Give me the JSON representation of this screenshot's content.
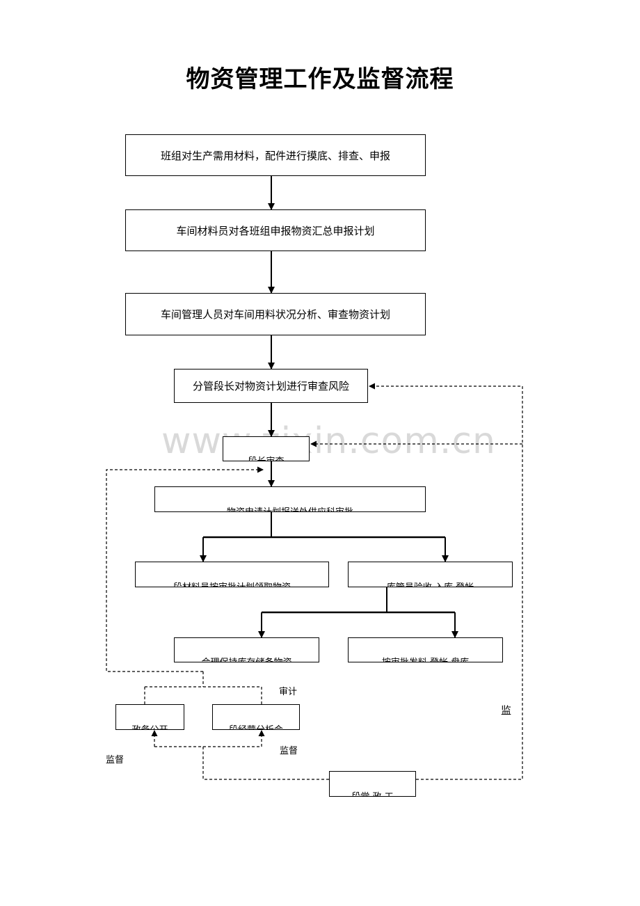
{
  "title": "物资管理工作及监督流程",
  "watermark": "www.zixin.com.cn",
  "steps": {
    "s1": "班组对生产需用材料，配件进行摸底、排查、申报",
    "s2": "车间材料员对各班组申报物资汇总申报计划",
    "s3": "车间管理人员对车间用料状况分析、审查物资计划",
    "s4": "分管段长对物资计划进行审查风险",
    "s5": "段长审查",
    "s6": "物资申请计划报送处供应科审批",
    "s7a": "段材料员按审批计划领取物资",
    "s7b": "库管员验收    入库    登帐",
    "s8a": "合理保持库存储备物资",
    "s8b": "按审批发料    登帐    盘库",
    "s9a": "政务公开",
    "s9b": "段经营分析会",
    "s10": "段党    政    工"
  },
  "side_labels": {
    "audit": "审计",
    "supervise_right": "监",
    "supervise_mid": "监督",
    "supervise_left": "监督"
  }
}
